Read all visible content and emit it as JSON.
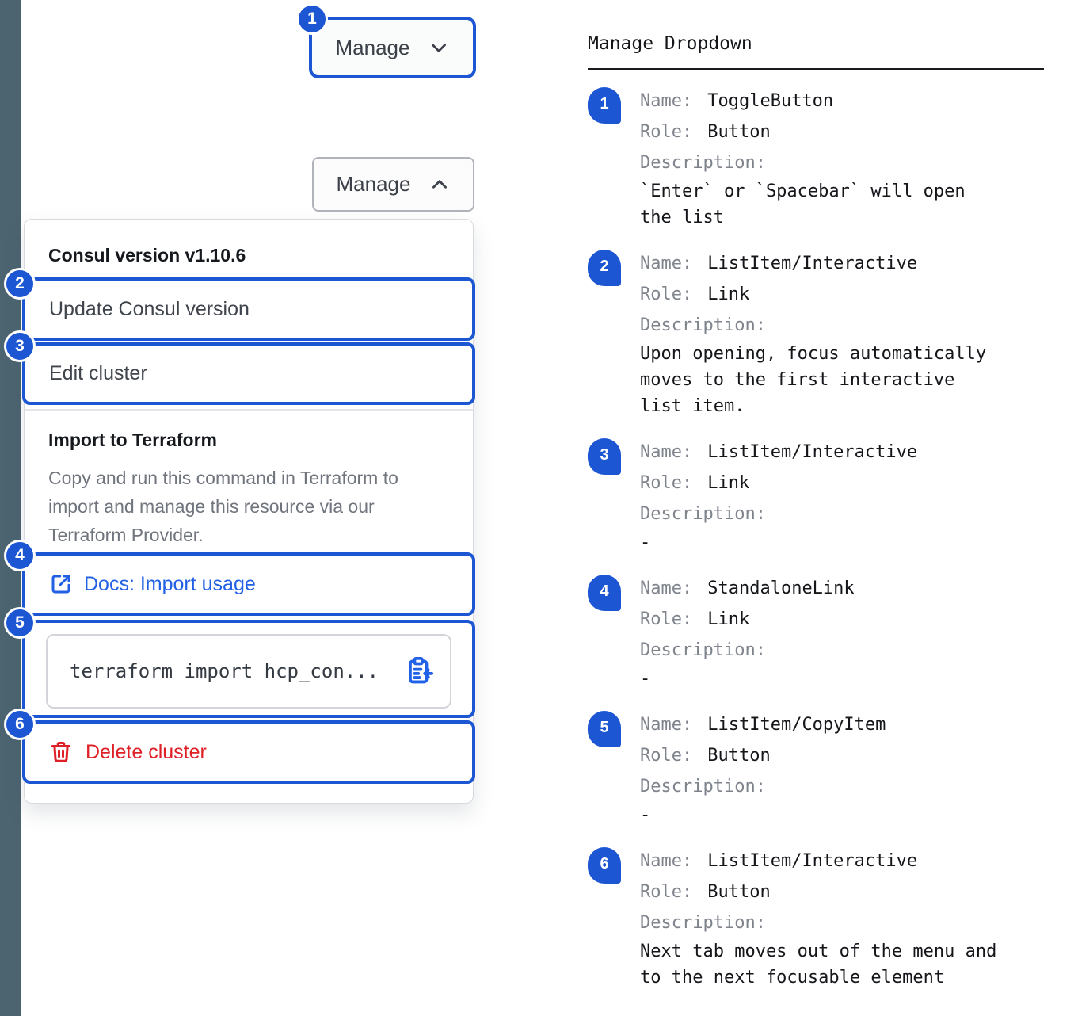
{
  "colors": {
    "accent_blue": "#1C56D3",
    "link_blue": "#2160E4",
    "danger_red": "#DF2127",
    "side_strip": "#4C6470"
  },
  "annotations": {
    "n1": "1",
    "n2": "2",
    "n3": "3",
    "n4": "4",
    "n5": "5",
    "n6": "6"
  },
  "toggle_button": {
    "label": "Manage"
  },
  "toggle_button_open": {
    "label": "Manage"
  },
  "dropdown": {
    "version_heading": "Consul version v1.10.6",
    "update_item": "Update Consul version",
    "edit_item": "Edit cluster",
    "import_heading": "Import to Terraform",
    "import_description": "Copy and run this command in Terraform to import and manage this resource via our Terraform Provider.",
    "docs_link": "Docs: Import usage",
    "terraform_command": "terraform import hcp_con...",
    "delete_item": "Delete cluster"
  },
  "legend": {
    "title": "Manage Dropdown",
    "labels": {
      "name": "Name:",
      "role": "Role:",
      "description": "Description:"
    },
    "entries": [
      {
        "num": "1",
        "name": "ToggleButton",
        "role": "Button",
        "description": "`Enter` or `Spacebar` will open\nthe list"
      },
      {
        "num": "2",
        "name": "ListItem/Interactive",
        "role": "Link",
        "description": "Upon opening, focus automatically\nmoves to the first interactive\nlist item."
      },
      {
        "num": "3",
        "name": "ListItem/Interactive",
        "role": "Link",
        "description": "-"
      },
      {
        "num": "4",
        "name": "StandaloneLink",
        "role": "Link",
        "description": "-"
      },
      {
        "num": "5",
        "name": "ListItem/CopyItem",
        "role": "Button",
        "description": "-"
      },
      {
        "num": "6",
        "name": "ListItem/Interactive",
        "role": "Button",
        "description": "Next tab moves out of the menu and\nto the next focusable element"
      }
    ]
  }
}
